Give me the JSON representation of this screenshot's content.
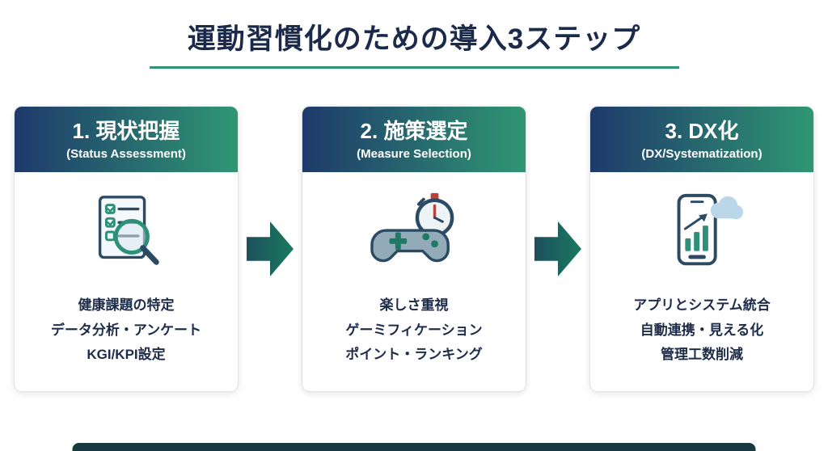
{
  "title": "運動習慣化のための導入3ステップ",
  "steps": [
    {
      "heading": "1. 現状把握",
      "subheading": "(Status Assessment)",
      "icon": "document-magnifier-icon",
      "lines": [
        "健康課題の特定",
        "データ分析・アンケート",
        "KGI/KPI設定"
      ]
    },
    {
      "heading": "2. 施策選定",
      "subheading": "(Measure Selection)",
      "icon": "gamepad-stopwatch-icon",
      "lines": [
        "楽しさ重視",
        "ゲーミフィケーション",
        "ポイント・ランキング"
      ]
    },
    {
      "heading": "3. DX化",
      "subheading": "(DX/Systematization)",
      "icon": "smartphone-cloud-chart-icon",
      "lines": [
        "アプリとシステム統合",
        "自動連携・見える化",
        "管理工数削減"
      ]
    }
  ],
  "colors": {
    "title_text": "#1b2a4a",
    "underline": "#2e9472",
    "header_gradient_start": "#1e3a6b",
    "header_gradient_end": "#2f9672",
    "arrow": "#1a6e5a",
    "body_text": "#1e2c4a",
    "icon_teal": "#2e9078",
    "icon_navy": "#2c4a63",
    "stopwatch_red": "#b8433a",
    "footer_bar": "#173a40"
  }
}
